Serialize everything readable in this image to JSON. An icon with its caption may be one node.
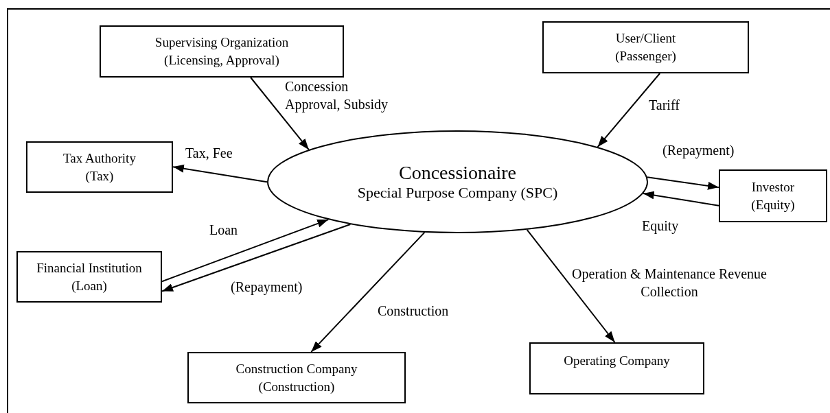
{
  "diagram": {
    "nodes": [
      {
        "text": [
          "Supervising Organization",
          "(Licensing, Approval)"
        ]
      },
      {
        "text": [
          "User/Client",
          "(Passenger)"
        ]
      },
      {
        "text": [
          "Tax Authority",
          "(Tax)"
        ]
      },
      {
        "text": [
          "Concessionaire",
          "Special Purpose Company (SPC)"
        ]
      },
      {
        "text": [
          "Investor",
          "(Equity)"
        ]
      },
      {
        "text": [
          "Financial Institution",
          "(Loan)"
        ]
      },
      {
        "text": [
          "Construction Company",
          "(Construction)"
        ]
      },
      {
        "text": [
          "Operating Company"
        ]
      }
    ],
    "edges": [
      {
        "from": 0,
        "to": 3,
        "arrow": "to",
        "label": "Concession Approval, Subsidy"
      },
      {
        "from": 1,
        "to": 3,
        "arrow": "to",
        "label": "Tariff"
      },
      {
        "from": 3,
        "to": 2,
        "arrow": "to",
        "label": "Tax, Fee"
      },
      {
        "from": 3,
        "to": 4,
        "arrow": "to",
        "label": "(Repayment)"
      },
      {
        "from": 4,
        "to": 3,
        "arrow": "to",
        "label": "Equity"
      },
      {
        "from": 5,
        "to": 3,
        "arrow": "to",
        "label": "Loan"
      },
      {
        "from": 3,
        "to": 5,
        "arrow": "to",
        "label": "(Repayment)"
      },
      {
        "from": 3,
        "to": 6,
        "arrow": "to",
        "label": "Construction"
      },
      {
        "from": 3,
        "to": 7,
        "arrow": "to",
        "label": "Operation & Maintenance Revenue Collection"
      }
    ]
  }
}
